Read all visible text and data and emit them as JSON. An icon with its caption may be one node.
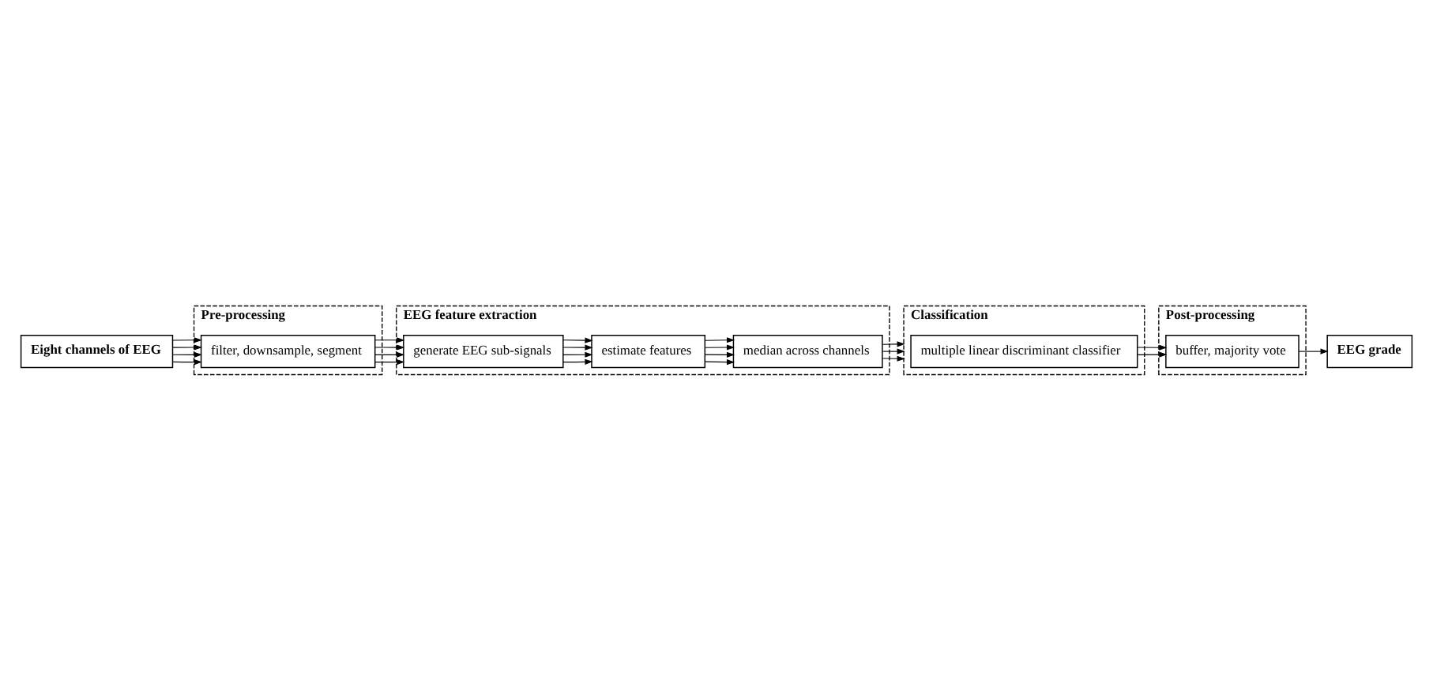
{
  "diagram": {
    "nodes": [
      {
        "text": [
          "Eight channels of EEG"
        ]
      },
      {
        "text": [
          "Pre-processing"
        ]
      },
      {
        "text": [
          "filter, downsample, segment"
        ],
        "in": 1
      },
      {
        "text": [
          "EEG feature extraction"
        ]
      },
      {
        "text": [
          "generate EEG sub-signals"
        ],
        "in": 3
      },
      {
        "text": [
          "estimate features"
        ],
        "in": 3
      },
      {
        "text": [
          "median across channels"
        ],
        "in": 3
      },
      {
        "text": [
          "EEG grade"
        ]
      },
      {
        "text": [
          "Post-processing"
        ]
      },
      {
        "text": [
          "buffer, majority vote"
        ],
        "in": 8
      },
      {
        "text": [
          "Classification"
        ]
      },
      {
        "text": [
          "multiple linear discriminant classifier"
        ],
        "in": 10
      }
    ],
    "edges": [
      {
        "from": 0,
        "to": 2,
        "arrow": "to"
      },
      {
        "from": 0,
        "to": 2,
        "arrow": "to"
      },
      {
        "from": 0,
        "to": 2,
        "arrow": "to"
      },
      {
        "from": 0,
        "to": 2,
        "arrow": "to"
      },
      {
        "from": 2,
        "to": 4,
        "arrow": "to"
      },
      {
        "from": 2,
        "to": 4,
        "arrow": "to"
      },
      {
        "from": 2,
        "to": 4,
        "arrow": "to"
      },
      {
        "from": 2,
        "to": 4,
        "arrow": "to"
      },
      {
        "from": 4,
        "to": 5,
        "arrow": "to"
      },
      {
        "from": 4,
        "to": 5,
        "arrow": "to"
      },
      {
        "from": 4,
        "to": 5,
        "arrow": "to"
      },
      {
        "from": 4,
        "to": 5,
        "arrow": "to"
      },
      {
        "from": 5,
        "to": 6,
        "arrow": "to"
      },
      {
        "from": 5,
        "to": 6,
        "arrow": "to"
      },
      {
        "from": 5,
        "to": 6,
        "arrow": "to"
      },
      {
        "from": 5,
        "to": 6,
        "arrow": "to"
      },
      {
        "from": 6,
        "to": 10,
        "arrow": "to"
      },
      {
        "from": 6,
        "to": 10,
        "arrow": "to"
      },
      {
        "from": 6,
        "to": 10,
        "arrow": "to"
      },
      {
        "from": 11,
        "to": 9,
        "arrow": "to"
      },
      {
        "from": 11,
        "to": 9,
        "arrow": "to"
      },
      {
        "from": 9,
        "to": 7,
        "arrow": "to"
      }
    ]
  }
}
